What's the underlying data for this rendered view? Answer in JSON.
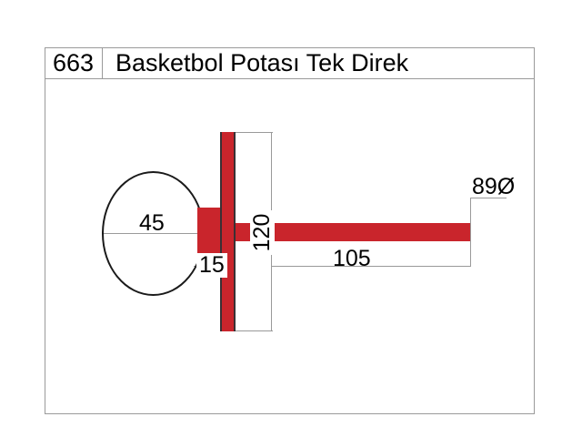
{
  "title_block": {
    "code": "663",
    "name": "Basketbol Potası Tek Direk"
  },
  "drawing": {
    "dimensions": {
      "base_diameter": "45",
      "bracket_depth": "15",
      "post_height": "120",
      "arm_length": "105",
      "tube_diameter": "89Ø"
    }
  },
  "colors": {
    "steel_red": "#c9252c",
    "outline": "#1a1a1a",
    "dimension_gray": "#9a9a9a",
    "frame": "#9a9a9a",
    "background": "#ffffff"
  }
}
